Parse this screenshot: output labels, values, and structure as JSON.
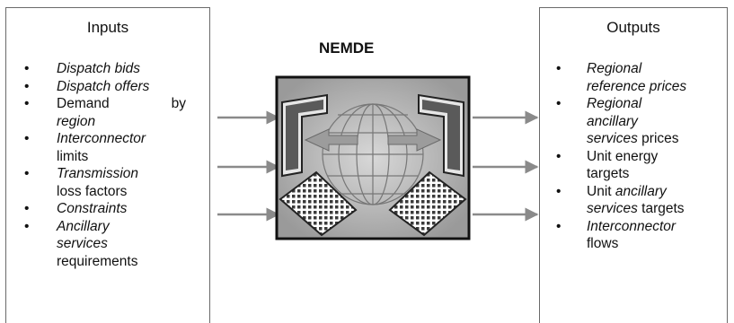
{
  "inputs": {
    "title": "Inputs",
    "items": [
      {
        "bullet": "•",
        "parts": [
          {
            "t": "Dispatch bids",
            "i": true
          }
        ]
      },
      {
        "bullet": "•",
        "parts": [
          {
            "t": "Dispatch offers",
            "i": true
          }
        ]
      },
      {
        "bullet": "•",
        "line1a": "Demand",
        "line1b": "by",
        "line2": "region"
      },
      {
        "bullet": "•",
        "parts": [
          {
            "t": "Interconnector",
            "i": true
          },
          {
            "t": "limits",
            "i": false
          }
        ]
      },
      {
        "bullet": "•",
        "parts": [
          {
            "t": "Transmission",
            "i": true
          },
          {
            "t": "loss factors",
            "i": false
          }
        ]
      },
      {
        "bullet": "•",
        "parts": [
          {
            "t": "Constraints",
            "i": true
          }
        ]
      },
      {
        "bullet": "•",
        "parts": [
          {
            "t": "Ancillary",
            "i": true
          },
          {
            "t": "services",
            "i": true
          },
          {
            "t": "requirements",
            "i": false
          }
        ]
      }
    ]
  },
  "center": {
    "title": "NEMDE"
  },
  "outputs": {
    "title": "Outputs",
    "items": [
      {
        "bullet": "•",
        "parts": [
          {
            "t": "Regional",
            "i": true
          },
          {
            "t": "reference prices",
            "i": true
          }
        ]
      },
      {
        "bullet": "•",
        "parts": [
          {
            "t": "Regional",
            "i": true
          },
          {
            "t": "ancillary",
            "i": true
          },
          {
            "t": "services prices",
            "mixed": true
          }
        ]
      },
      {
        "bullet": "•",
        "parts": [
          {
            "t": "Unit energy",
            "i": false
          },
          {
            "t": "targets",
            "i": false
          }
        ]
      },
      {
        "bullet": "•",
        "parts": [
          {
            "t": "Unit ancillary",
            "mixed2": true
          },
          {
            "t": "services targets",
            "mixed3": true
          }
        ]
      },
      {
        "bullet": "•",
        "parts": [
          {
            "t": "Interconnector",
            "i": true
          },
          {
            "t": "flows",
            "i": false
          }
        ]
      }
    ]
  }
}
